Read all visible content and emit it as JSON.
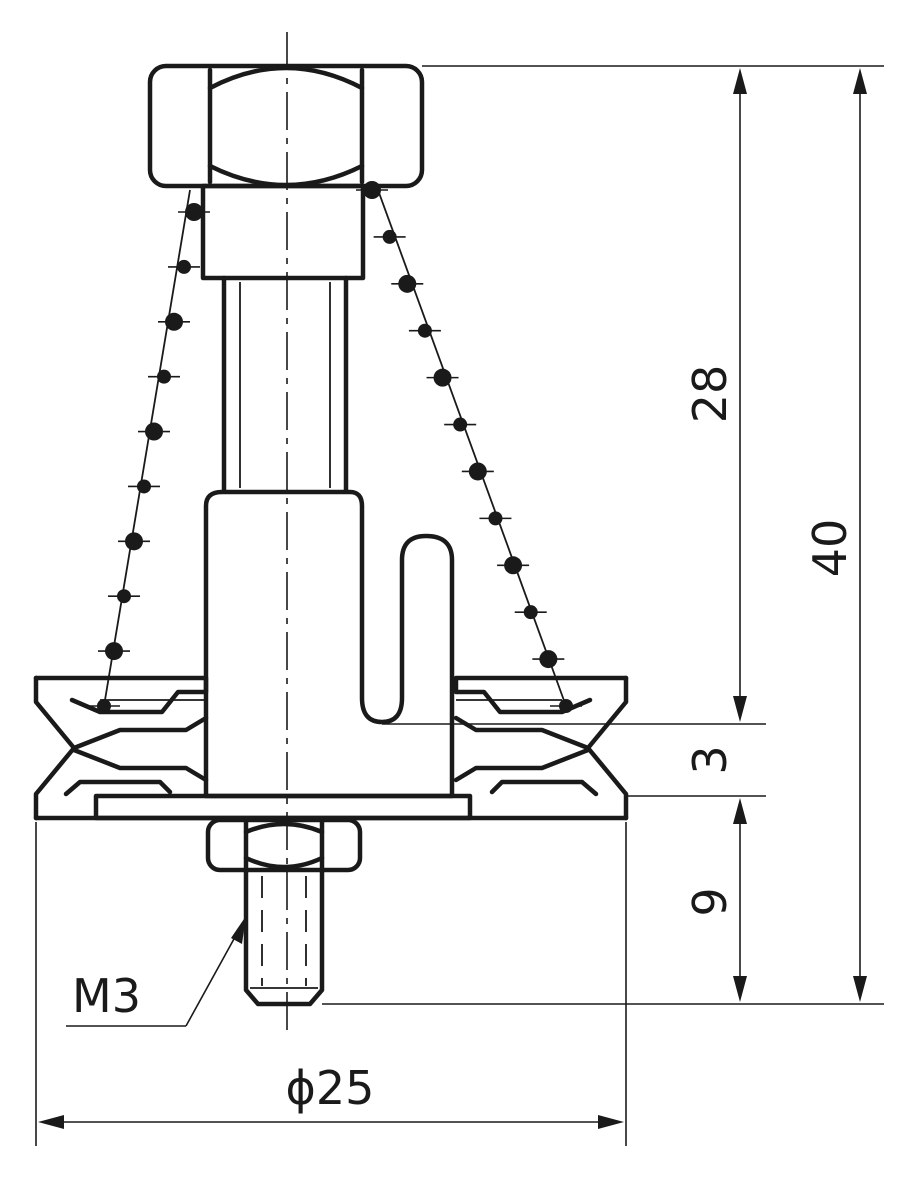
{
  "diagram": {
    "dimensions": {
      "overall_height": "40",
      "upper_height": "28",
      "groove_height": "3",
      "lower_height": "9",
      "diameter": "ϕ25",
      "thread": "M3"
    },
    "colors": {
      "ink": "#1a1a1a",
      "paper": "#ffffff"
    }
  }
}
